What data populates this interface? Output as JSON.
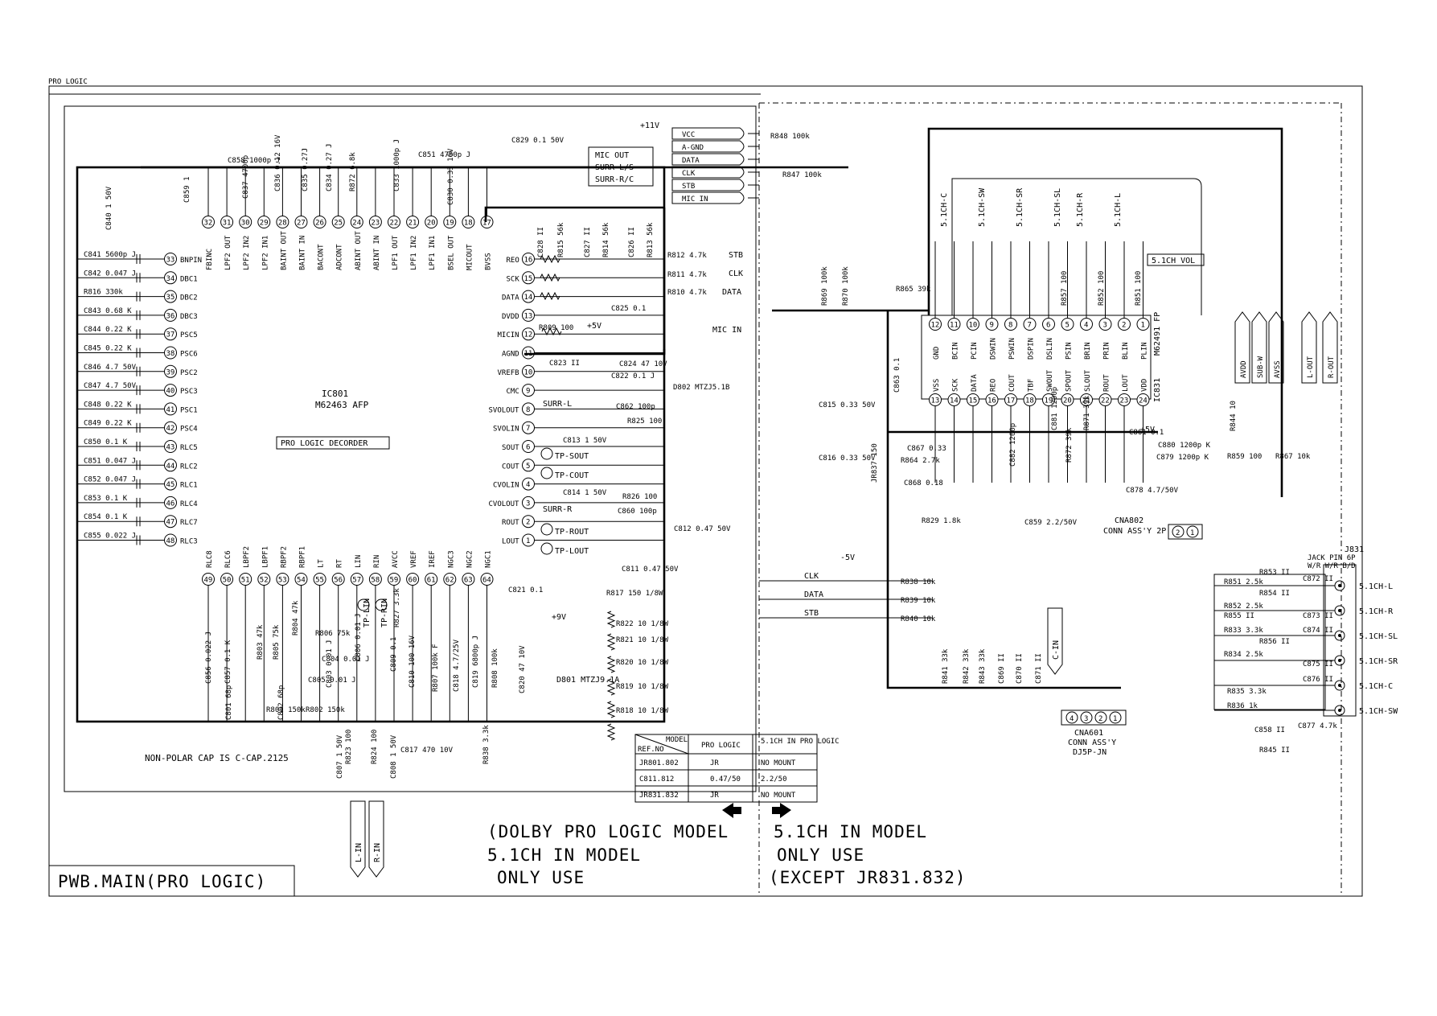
{
  "header": {
    "sheet_tag": "PRO LOGIC"
  },
  "left_ic": {
    "ref": "IC801",
    "part": "M62463 AFP",
    "function_label": "PRO LOGIC DECORDER",
    "top_pins": [
      {
        "num": "32",
        "name": "FBINC"
      },
      {
        "num": "31",
        "name": "LPF2 OUT"
      },
      {
        "num": "30",
        "name": "LPF2 IN2"
      },
      {
        "num": "29",
        "name": "LPF2 IN1"
      },
      {
        "num": "28",
        "name": "BAINT OUT"
      },
      {
        "num": "27",
        "name": "BAINT IN"
      },
      {
        "num": "26",
        "name": "BACONT"
      },
      {
        "num": "25",
        "name": "ADCONT"
      },
      {
        "num": "24",
        "name": "ABINT OUT"
      },
      {
        "num": "23",
        "name": "ABINT IN"
      },
      {
        "num": "22",
        "name": "LPF1 OUT"
      },
      {
        "num": "21",
        "name": "LPF1 IN2"
      },
      {
        "num": "20",
        "name": "LPF1 IN1"
      },
      {
        "num": "19",
        "name": "BSEL OUT"
      },
      {
        "num": "18",
        "name": "MICOUT"
      },
      {
        "num": "17",
        "name": "BVSS"
      }
    ],
    "left_pins": [
      {
        "num": "33",
        "name": "BNPIN"
      },
      {
        "num": "34",
        "name": "DBC1"
      },
      {
        "num": "35",
        "name": "DBC2"
      },
      {
        "num": "36",
        "name": "DBC3"
      },
      {
        "num": "37",
        "name": "PSC5"
      },
      {
        "num": "38",
        "name": "PSC6"
      },
      {
        "num": "39",
        "name": "PSC2"
      },
      {
        "num": "40",
        "name": "PSC3"
      },
      {
        "num": "41",
        "name": "PSC1"
      },
      {
        "num": "42",
        "name": "PSC4"
      },
      {
        "num": "43",
        "name": "RLC5"
      },
      {
        "num": "44",
        "name": "RLC2"
      },
      {
        "num": "45",
        "name": "RLC1"
      },
      {
        "num": "46",
        "name": "RLC4"
      },
      {
        "num": "47",
        "name": "RLC7"
      },
      {
        "num": "48",
        "name": "RLC3"
      }
    ],
    "right_pins": [
      {
        "num": "16",
        "name": "REO"
      },
      {
        "num": "15",
        "name": "SCK"
      },
      {
        "num": "14",
        "name": "DATA"
      },
      {
        "num": "13",
        "name": "DVDD"
      },
      {
        "num": "12",
        "name": "MICIN"
      },
      {
        "num": "11",
        "name": "AGND"
      },
      {
        "num": "10",
        "name": "VREFB"
      },
      {
        "num": "9",
        "name": "CMC"
      },
      {
        "num": "8",
        "name": "SVOLOUT"
      },
      {
        "num": "7",
        "name": "SVOLIN"
      },
      {
        "num": "6",
        "name": "SOUT"
      },
      {
        "num": "5",
        "name": "COUT"
      },
      {
        "num": "4",
        "name": "CVOLIN"
      },
      {
        "num": "3",
        "name": "CVOLOUT"
      },
      {
        "num": "2",
        "name": "ROUT"
      },
      {
        "num": "1",
        "name": "LOUT"
      }
    ],
    "bottom_pins": [
      {
        "num": "49",
        "name": "RLC8"
      },
      {
        "num": "50",
        "name": "RLC6"
      },
      {
        "num": "51",
        "name": "LBPF2"
      },
      {
        "num": "52",
        "name": "LBPF1"
      },
      {
        "num": "53",
        "name": "RBPF2"
      },
      {
        "num": "54",
        "name": "RBPF1"
      },
      {
        "num": "55",
        "name": "LT"
      },
      {
        "num": "56",
        "name": "RT"
      },
      {
        "num": "57",
        "name": "LIN"
      },
      {
        "num": "58",
        "name": "RIN"
      },
      {
        "num": "59",
        "name": "AVCC"
      },
      {
        "num": "60",
        "name": "VREF"
      },
      {
        "num": "61",
        "name": "IREF"
      },
      {
        "num": "62",
        "name": "NGC3"
      },
      {
        "num": "63",
        "name": "NGC2"
      },
      {
        "num": "64",
        "name": "NGC1"
      }
    ],
    "left_caps": [
      "C841 5600p J",
      "C842 0.047 J",
      "R816 330k",
      "C843 0.68 K",
      "C844 0.22 K",
      "C845 0.22 K",
      "C846 4.7 50V",
      "C847 4.7 50V",
      "C848 0.22 K",
      "C849 0.22 K",
      "C850 0.1 K",
      "C851 0.047 J",
      "C852 0.047 J",
      "C853 0.1 K",
      "C854 0.1 K",
      "C855 0.022 J"
    ],
    "top_parts": [
      "C858 1000p J",
      "C859 1",
      "C840 1 50V",
      "C837 4700p",
      "C836 0.12 16V",
      "C835 0.27J",
      "C834 0.27 J",
      "R872 6.8k",
      "C833 1000p J",
      "C851 4700p J",
      "C830 0.33 16V",
      "C829 0.1 50V"
    ],
    "bottom_parts": [
      "C856 0.022 J",
      "C857 0.1 K",
      "R803 47k",
      "R805 75k",
      "R804 47k",
      "R806 75k",
      "C805 0.01 J",
      "C804 0.01 J",
      "C803 0.01 J",
      "C806 0.01 J",
      "R827 3.3k",
      "C809 0.1",
      "C810 100 16V",
      "R807 100k F",
      "C818 4.7/25V",
      "C819 6800p J",
      "R808 100k",
      "C820 47 10V",
      "R801 150k",
      "R802 150k",
      "C801 68p",
      "C802 68p",
      "C817 470 10V",
      "R823 100",
      "R824 100",
      "R838 3.3k",
      "C821 0.1"
    ],
    "testpoints": [
      "TP-SOUT",
      "TP-COUT",
      "TP-ROUT",
      "TP-LOUT",
      "TP-LIN",
      "TP-RIN"
    ],
    "misc_labels": [
      "SURR-L",
      "SURR-R",
      "+5V",
      "+9V",
      "D801 MTZJ9.1A"
    ]
  },
  "right_mid_parts": [
    "R812 4.7k",
    "R811 4.7k",
    "R810 4.7k",
    "C828 II",
    "R815 56k",
    "C827 II",
    "R814 56k",
    "C826 II",
    "R813 56k",
    "C825 0.1",
    "R809 100",
    "C823 II",
    "C824 47 10V",
    "C822 0.1 J",
    "D802 MTZJ5.1B",
    "C862 100p",
    "R825 100",
    "C813 1 50V",
    "C814 1 50V",
    "R826 100",
    "C860 100p",
    "C812 0.47 50V",
    "C811 0.47 50V",
    "R817 150 1/8W",
    "R822 10 1/8W",
    "R821 10 1/8W",
    "R820 10 1/8W",
    "R819 10 1/8W",
    "R818 10 1/8W"
  ],
  "mid_signals": {
    "stb": "STB",
    "clk": "CLK",
    "data": "DATA",
    "mic_in": "MIC IN",
    "plus11v": "+11V",
    "minus5v": "-5V",
    "plus5v": "+5V"
  },
  "connector_bus": [
    "VCC",
    "A-GND",
    "DATA",
    "CLK",
    "STB",
    "MIC IN"
  ],
  "signal_box": [
    "MIC OUT",
    "SURR-L/S",
    "SURR-R/C"
  ],
  "right_ic": {
    "ref": "IC831",
    "part": "M62491 FP",
    "block_label": "5.1CH VOL",
    "top_pins": [
      {
        "num": "12",
        "name": "GND"
      },
      {
        "num": "11",
        "name": "BCIN"
      },
      {
        "num": "10",
        "name": "PCIN"
      },
      {
        "num": "9",
        "name": "DSWIN"
      },
      {
        "num": "8",
        "name": "PSWIN"
      },
      {
        "num": "7",
        "name": "DSPIN"
      },
      {
        "num": "6",
        "name": "DSLIN"
      },
      {
        "num": "5",
        "name": "PSIN"
      },
      {
        "num": "4",
        "name": "BRIN"
      },
      {
        "num": "3",
        "name": "PRIN"
      },
      {
        "num": "2",
        "name": "BLIN"
      },
      {
        "num": "1",
        "name": "PLIN"
      }
    ],
    "bottom_pins": [
      {
        "num": "13",
        "name": "VSS"
      },
      {
        "num": "14",
        "name": "SCK"
      },
      {
        "num": "15",
        "name": "DATA"
      },
      {
        "num": "16",
        "name": "REO"
      },
      {
        "num": "17",
        "name": "COUT"
      },
      {
        "num": "18",
        "name": "TBF"
      },
      {
        "num": "19",
        "name": "SWOUT"
      },
      {
        "num": "20",
        "name": "SPOUT"
      },
      {
        "num": "21",
        "name": "SLOUT"
      },
      {
        "num": "22",
        "name": "ROUT"
      },
      {
        "num": "23",
        "name": "LOUT"
      },
      {
        "num": "24",
        "name": "VDD"
      }
    ],
    "input_labels": [
      "5.1CH-C",
      "5.1CH-SW",
      "5.1CH-SR",
      "5.1CH-SL",
      "5.1CH-R",
      "5.1CH-L"
    ],
    "parts": [
      "R848 100k",
      "R847 100k",
      "R869 100k",
      "R870 100k",
      "R865 39k",
      "R857 100",
      "R852 100",
      "R851 100",
      "C863 0.1",
      "C815 0.33 50V",
      "C816 0.33 50V",
      "JR837 150",
      "C867 0.33",
      "R864 2.7k",
      "C868 0.18",
      "R829 1.8k",
      "C882 1200p",
      "C881 1200p",
      "R872 39k",
      "R871 39k",
      "C861 0.1",
      "C880 1200p K",
      "C879 1200p K",
      "C878 4.7/50V",
      "C859 2.2/50V",
      "R838 10k",
      "R839 10k",
      "R840 10k",
      "R841 33k",
      "R842 33k",
      "R843 33k",
      "C869 II",
      "C870 II",
      "C871 II",
      "R844 10",
      "R859 100",
      "R867 10k"
    ]
  },
  "connectors": {
    "cna802": {
      "name": "CNA802",
      "desc": "CONN ASS'Y 2P",
      "pins": [
        "2",
        "1"
      ]
    },
    "cna601": {
      "name": "CNA601",
      "desc": "CONN ASS'Y",
      "part": "DJ5P-JN",
      "pins": [
        "4",
        "3",
        "2",
        "1"
      ]
    },
    "j831": {
      "name": "J831",
      "desc": "JACK PIN 6P",
      "colors": "W/R W/R B/D",
      "outputs": [
        "5.1CH-L",
        "5.1CH-R",
        "5.1CH-SL",
        "5.1CH-SR",
        "5.1CH-C",
        "5.1CH-SW"
      ]
    }
  },
  "jack_parts": [
    "R853 II",
    "R851 2.5k",
    "C872 II",
    "R854 II",
    "R852 2.5k",
    "R855 II",
    "C873 II",
    "R833 3.3k",
    "C874 II",
    "R856 II",
    "R834 2.5k",
    "C875 II",
    "C876 II",
    "R835 3.3k",
    "R836 1k",
    "C858 II",
    "C877 4.7k",
    "R845 II"
  ],
  "right_arrows": [
    "AVDD",
    "SUB-W",
    "AVSS",
    "L-OUT",
    "R-OUT"
  ],
  "bottom_arrows": [
    "L-IN",
    "R-IN",
    "C-IN"
  ],
  "bottom_input_parts": [
    "C807 1 50V",
    "C808 1 50V"
  ],
  "table": {
    "headers": [
      "MODEL",
      "REF.NO",
      "PRO LOGIC",
      "5.1CH IN PRO LOGIC"
    ],
    "rows": [
      [
        "JR801.802",
        "JR",
        "NO MOUNT"
      ],
      [
        "C811.812",
        "0.47/50",
        "2.2/50"
      ],
      [
        "JR831.832",
        "JR",
        "NO MOUNT"
      ]
    ]
  },
  "note": "NON-POLAR CAP IS C-CAP.2125",
  "legend_left": [
    "(DOLBY PRO LOGIC MODEL",
    "5.1CH IN MODEL",
    "ONLY USE"
  ],
  "legend_right": [
    "5.1CH IN MODEL",
    "ONLY USE",
    "(EXCEPT JR831.832)"
  ],
  "board_title": "PWB.MAIN(PRO LOGIC)"
}
